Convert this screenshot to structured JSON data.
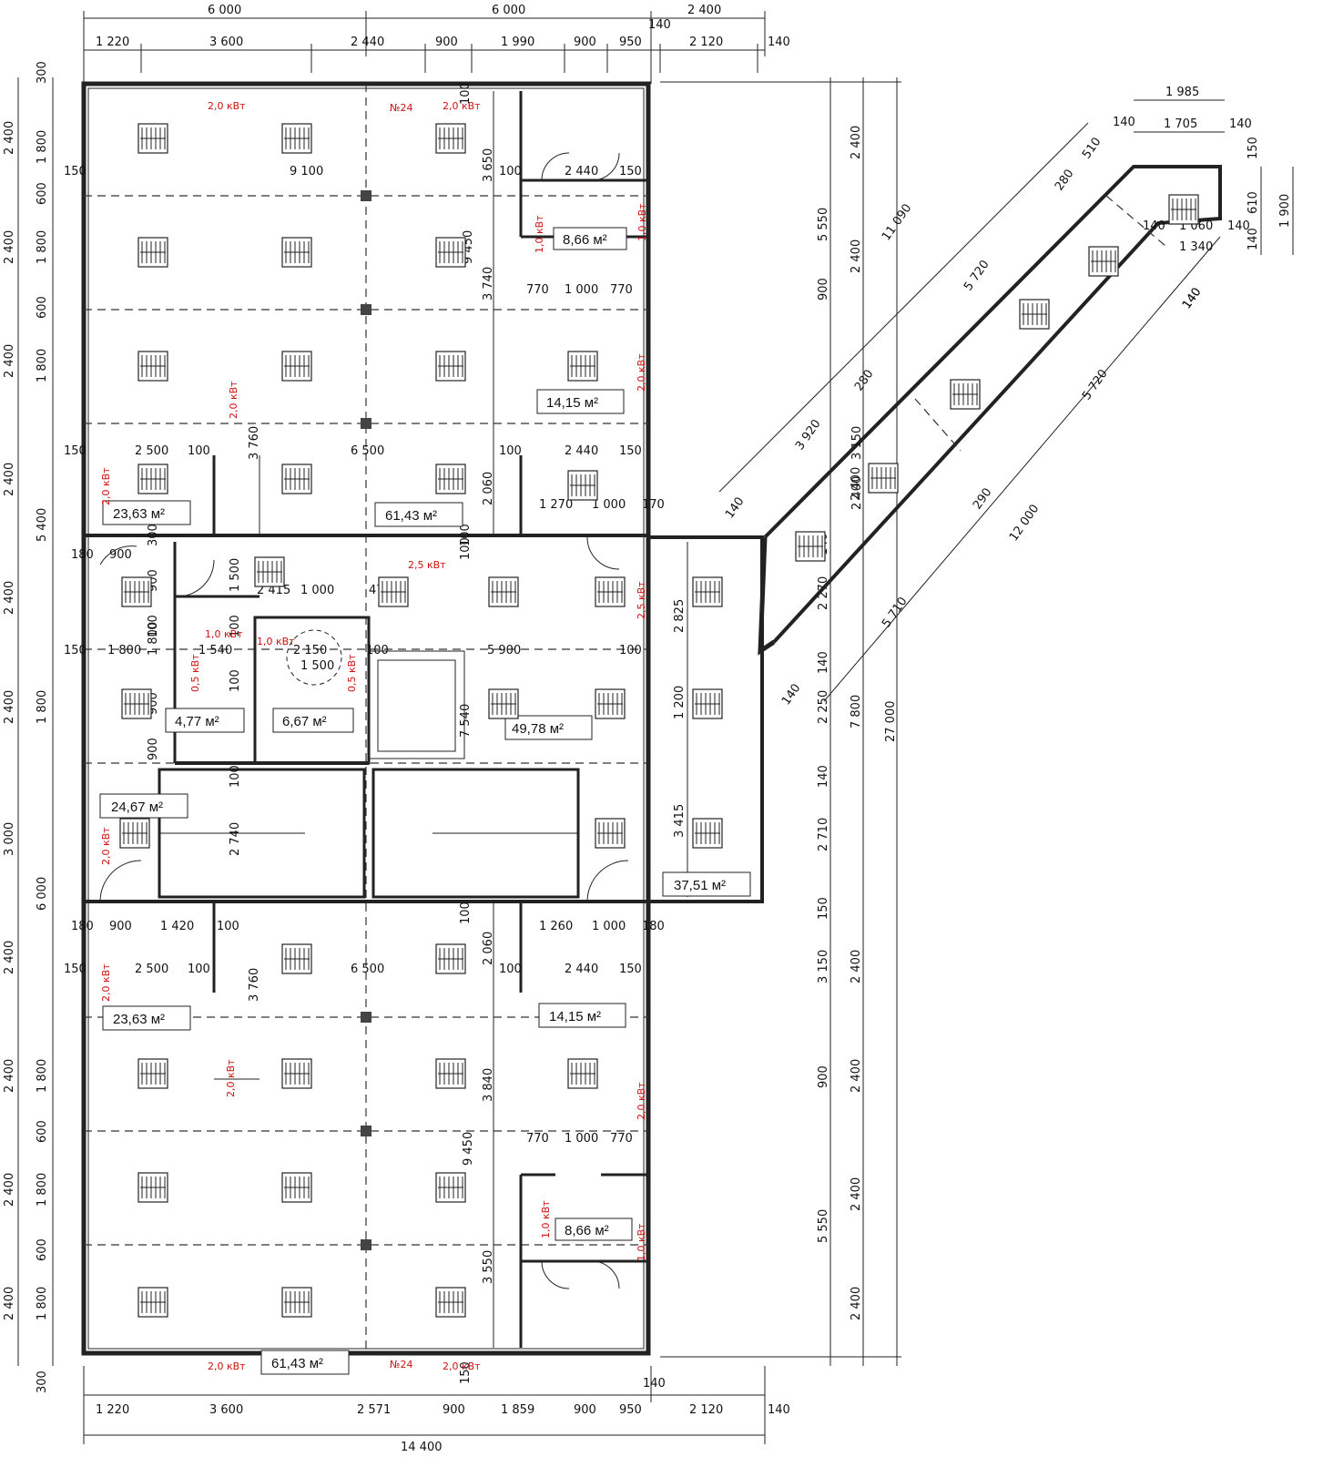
{
  "top_dims": {
    "row1": [
      "6 000",
      "6 000",
      "2 400"
    ],
    "row2": [
      "1 220",
      "3 600",
      "2 440",
      "900",
      "1 990",
      "900",
      "950",
      "2 120",
      "140"
    ],
    "top_140": "140"
  },
  "bottom_dims": {
    "row1": [
      "1 220",
      "3 600",
      "2 571",
      "900",
      "1 859",
      "900",
      "950",
      "2 120",
      "140"
    ],
    "total": "14 400",
    "bottom_140": "140"
  },
  "left_dims": {
    "outer": [
      "300",
      "2 400",
      "2 400",
      "2 400",
      "2 400",
      "5 400",
      "2 400",
      "2 400",
      "3 000",
      "6 000",
      "2 400",
      "2 400",
      "2 400",
      "2 400",
      "300"
    ],
    "inner": [
      "1 800",
      "600",
      "1 800",
      "600",
      "1 800",
      "1 800",
      "1 800",
      "600",
      "1 800",
      "600",
      "1 800"
    ]
  },
  "right_dims": {
    "col_a": [
      "2 400",
      "2 400",
      "900",
      "2 400",
      "2 400",
      "2 400",
      "900",
      "2 400",
      "2 400"
    ],
    "col_b": [
      "5 550",
      "7 800",
      "5 550"
    ],
    "col_c": [
      "27 000"
    ],
    "col_d": [
      "140",
      "2 270",
      "140",
      "2 250",
      "140",
      "2 710",
      "150",
      "3 150"
    ]
  },
  "wing_dims": [
    "1 985",
    "140",
    "1 705",
    "140",
    "150",
    "610",
    "140",
    "1 900",
    "140",
    "1 060",
    "140",
    "1 340",
    "140",
    "11 090",
    "5 720",
    "280",
    "510",
    "3 920",
    "280",
    "2 400",
    "3 150",
    "140",
    "5 720",
    "290",
    "12 000",
    "140",
    "5 710",
    "140",
    "140",
    "2 825",
    "1 200",
    "3 415"
  ],
  "interior_dims": [
    "9 100",
    "150",
    "3 650",
    "100",
    "2 440",
    "150",
    "770",
    "1 000",
    "770",
    "9 450",
    "3 740",
    "150",
    "2 500",
    "100",
    "3 760",
    "6 500",
    "100",
    "2 440",
    "150",
    "2 060",
    "1 270",
    "1 000",
    "170",
    "180",
    "900",
    "300",
    "900",
    "1 500",
    "2 415",
    "1 000",
    "475",
    "100",
    "150",
    "1 800",
    "1 800",
    "1 540",
    "2 150",
    "1 500",
    "100",
    "5 900",
    "100",
    "100",
    "900",
    "7 540",
    "900",
    "100",
    "2 740",
    "100",
    "180",
    "900",
    "1 420",
    "100",
    "1 260",
    "1 000",
    "180",
    "150",
    "2 500",
    "100",
    "3 760",
    "6 500",
    "2 060",
    "100",
    "2 440",
    "150",
    "3 840",
    "9 450",
    "770",
    "1 000",
    "770",
    "3 550",
    "150",
    "100",
    "100",
    "100",
    "100"
  ],
  "room_areas": {
    "r1": "8,66 м²",
    "r2": "14,15 м²",
    "r3": "23,63 м²",
    "r4": "61,43 м²",
    "r5": "4,77 м²",
    "r6": "6,67 м²",
    "r7": "49,78 м²",
    "r8": "24,67 м²",
    "r9": "37,51 м²",
    "r10": "23,63 м²",
    "r11": "14,15 м²",
    "r12": "8,66 м²",
    "r13": "61,43 м²"
  },
  "power_labels": {
    "p1": "2,0 кВт",
    "p2": "№24",
    "p3": "2,0 кВт",
    "p4": "1,0 кВт",
    "p5": "2,0 кВт",
    "p6": "2,0 кВт",
    "p7": "2,0 кВт",
    "p8": "2,5 кВт",
    "p9": "2,5 кВт",
    "p10": "0,5 кВт",
    "p11": "0,5 кВт",
    "p12": "2,0 кВт",
    "p13": "2,0 кВт",
    "p14": "2,0 кВт",
    "p15": "2,0 кВт",
    "p16": "1,0 кВт",
    "p17": "2,0 кВт",
    "p18": "№24",
    "p19": "2,0 кВт",
    "p20": "1,0 кВт",
    "p21": "1,0 кВт",
    "p22": "1,0 кВт",
    "p23": "1,0 кВт"
  }
}
